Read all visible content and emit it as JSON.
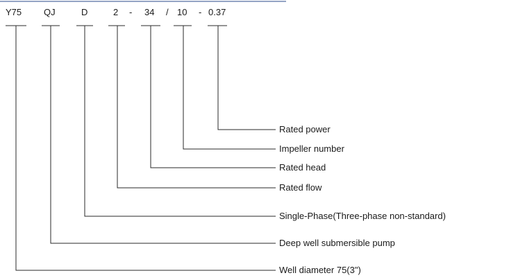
{
  "code": {
    "segments": [
      "Y75",
      "QJ",
      "D",
      "2",
      "34",
      "10",
      "0.37"
    ],
    "separators": [
      "-",
      "/",
      "-"
    ]
  },
  "descriptions": [
    "Rated power",
    "Impeller number",
    "Rated head",
    "Rated flow",
    "Single-Phase(Three-phase non-standard)",
    "Deep well submersible pump",
    "Well diameter 75(3\")"
  ],
  "colors": {
    "accent": "#2a4a8a",
    "line": "#2a2a2a",
    "text": "#1a1a1a"
  }
}
